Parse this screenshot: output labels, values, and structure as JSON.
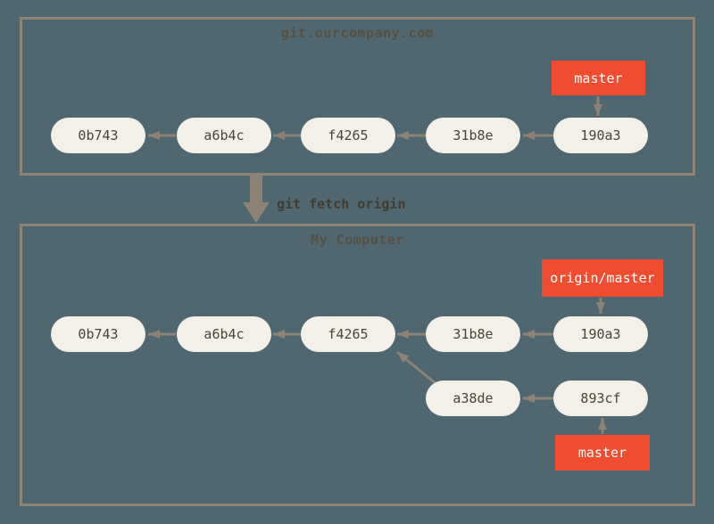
{
  "diagram": {
    "command_label": "git fetch origin",
    "remote": {
      "title": "git.ourcompany.com",
      "branch_label": "master",
      "commits": [
        "0b743",
        "a6b4c",
        "f4265",
        "31b8e",
        "190a3"
      ]
    },
    "local": {
      "title": "My Computer",
      "remote_tracking_label": "origin/master",
      "branch_label": "master",
      "main_commits": [
        "0b743",
        "a6b4c",
        "f4265",
        "31b8e",
        "190a3"
      ],
      "feature_commits": [
        "a38de",
        "893cf"
      ]
    }
  },
  "colors": {
    "background": "#4e6770",
    "box_border": "#8e8577",
    "commit_fill": "#f2f0e8",
    "commit_text": "#4b4337",
    "branch_fill": "#f04d30",
    "branch_text": "#ffffff",
    "arrow": "#8c8376",
    "title_text": "#564f42",
    "command_text": "#433c31"
  },
  "icons": {
    "fetch_arrow": "thick-down-arrow",
    "commit_arrow": "left-triangle-arrow"
  }
}
